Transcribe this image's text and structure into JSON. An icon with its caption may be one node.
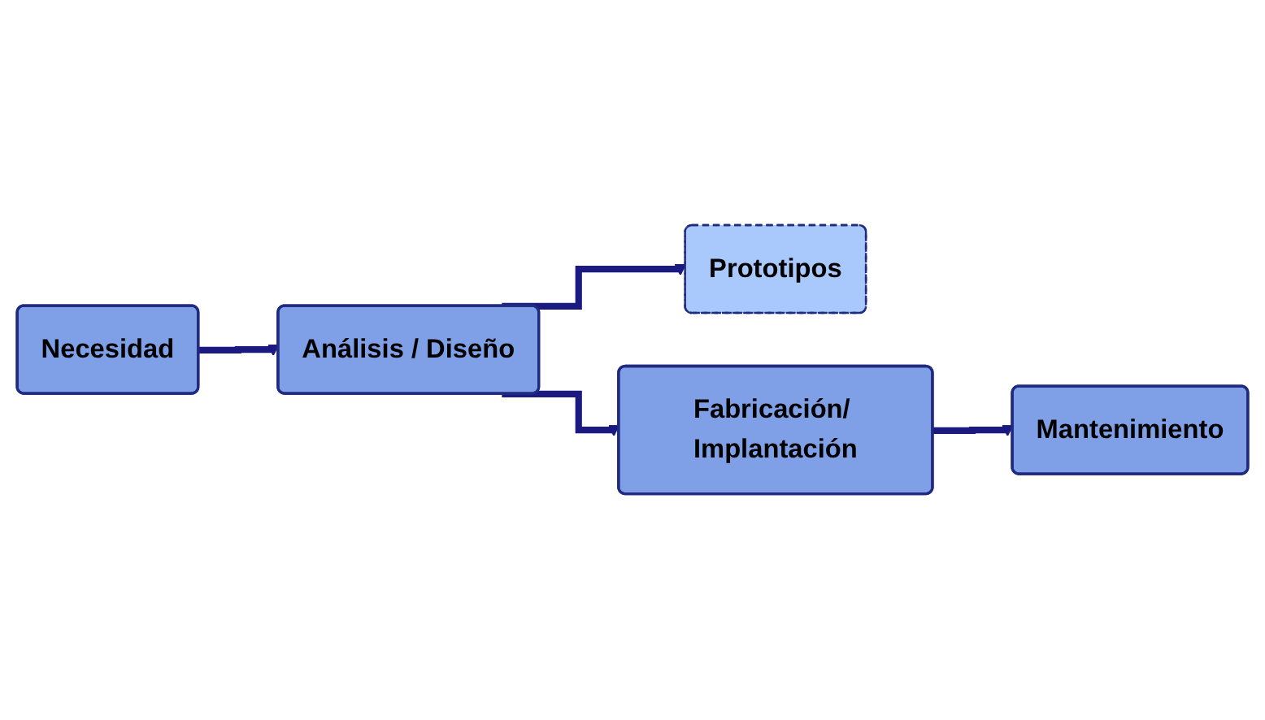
{
  "diagram": {
    "nodes": [
      {
        "text": [
          "Necesidad"
        ]
      },
      {
        "text": [
          "Análisis / Diseño"
        ]
      },
      {
        "text": [
          "Prototipos"
        ]
      },
      {
        "text": [
          "Fabricación/ Implantación"
        ]
      },
      {
        "text": [
          "Mantenimiento"
        ]
      }
    ],
    "edges": [
      {
        "from": 0,
        "to": 1,
        "arrow": "to"
      },
      {
        "from": 1,
        "to": 2,
        "arrow": "to"
      },
      {
        "from": 1,
        "to": 3,
        "arrow": "to"
      },
      {
        "from": 3,
        "to": 4,
        "arrow": "to"
      }
    ]
  }
}
